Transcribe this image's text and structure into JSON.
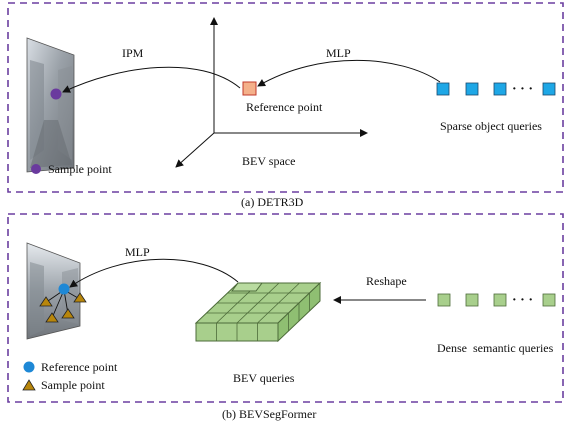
{
  "top_panel": {
    "ipm_label": "IPM",
    "mlp_label": "MLP",
    "reference_point_label": "Reference point",
    "sparse_queries_label": "Sparse object queries",
    "bev_space_label": "BEV space",
    "sample_point_label": "Sample point",
    "dots": "· · ·",
    "caption": "(a) DETR3D"
  },
  "bottom_panel": {
    "mlp_label": "MLP",
    "reshape_label": "Reshape",
    "dense_queries_label": "Dense  semantic queries",
    "bev_queries_label": "BEV queries",
    "legend_reference_label": "Reference point",
    "legend_sample_label": "Sample point",
    "dots": "· · ·",
    "caption": "(b) BEVSegFormer"
  },
  "colors": {
    "border_dashed": "#6b3fa0",
    "query_blue": "#1ea7e6",
    "query_green": "#a8cf8c",
    "reference_orange": "#f4b08a",
    "sample_purple": "#6a3a9e",
    "reference_blue": "#1e88d6",
    "sample_triangle": "#b8860b"
  }
}
